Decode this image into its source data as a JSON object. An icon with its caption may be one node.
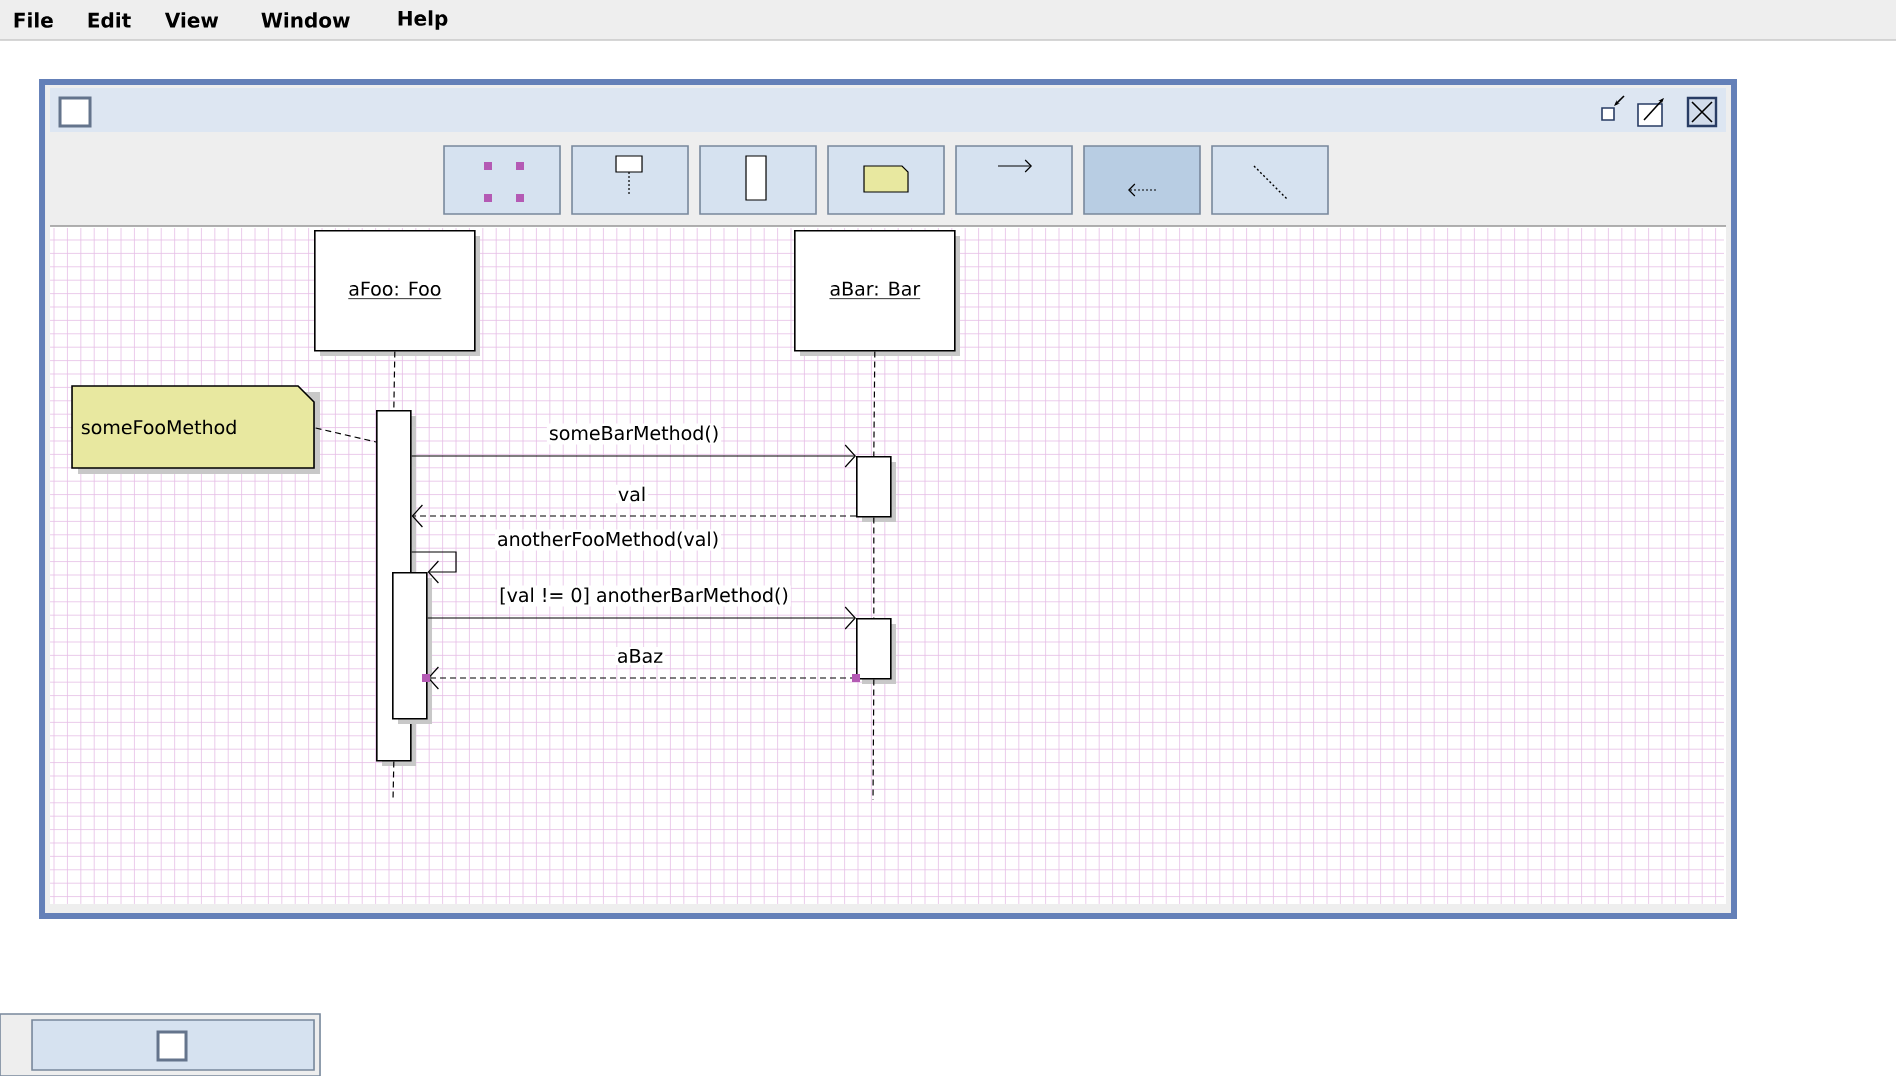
{
  "diagram": {
    "nodes": [
      {
        "text": [
          "aFoo: Foo"
        ]
      },
      {
        "text": [
          "aBar: Bar"
        ]
      },
      {
        "text": [
          "someFooMethod"
        ]
      },
      {
        "text": [],
        "shape": "bar"
      },
      {
        "text": [],
        "shape": "bar"
      },
      {
        "text": [],
        "shape": "bar"
      },
      {
        "text": [],
        "shape": "bar"
      }
    ],
    "edges": [
      {
        "from": 0,
        "to": 3,
        "arrow": "none",
        "style": "dashed"
      },
      {
        "from": 2,
        "to": 3,
        "arrow": "none",
        "style": "dashed"
      },
      {
        "from": 3,
        "to": 5,
        "label": "someBarMethod()",
        "arrow": "to"
      },
      {
        "from": 5,
        "to": 3,
        "label": "val",
        "arrow": "to",
        "style": "dashed"
      },
      {
        "from": 3,
        "to": 4,
        "label": "anotherFooMethod(val)",
        "arrow": "to"
      },
      {
        "from": 4,
        "to": 6,
        "label": "[val != 0] anotherBarMethod()",
        "arrow": "to"
      },
      {
        "from": 6,
        "to": 4,
        "label": "aBaz",
        "arrow": "to",
        "style": "dashed"
      },
      {
        "from": 1,
        "to": 5,
        "arrow": "none",
        "style": "dashed"
      },
      {
        "from": 5,
        "to": 6,
        "arrow": "none",
        "style": "dashed"
      },
      {
        "from": 3,
        "to": null,
        "arrow": "none",
        "style": "dashed"
      },
      {
        "from": 6,
        "to": null,
        "arrow": "none",
        "style": "dashed"
      }
    ],
    "labels": [
      "File",
      "Edit",
      "View",
      "Window",
      "Help"
    ]
  }
}
